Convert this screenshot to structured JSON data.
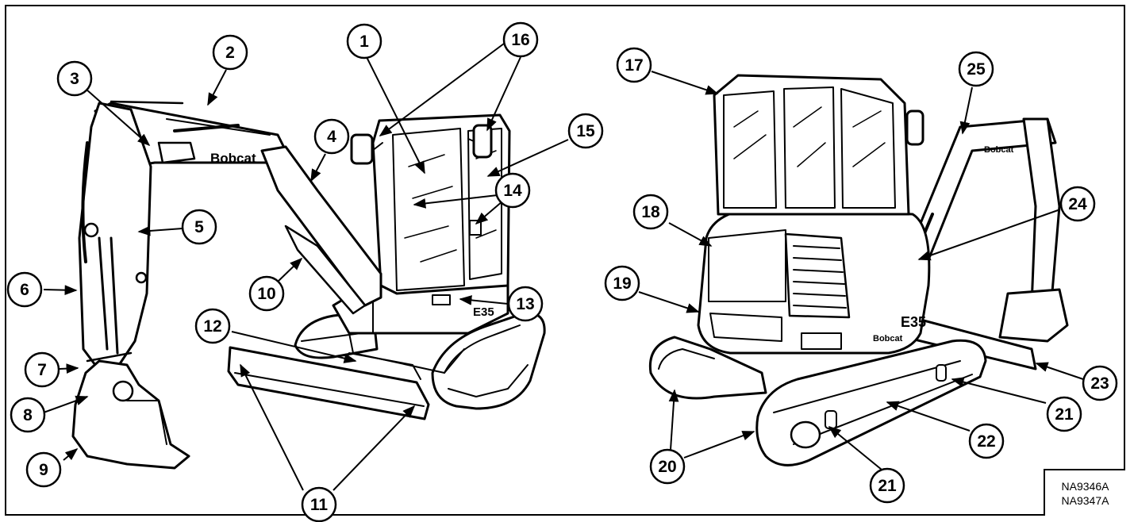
{
  "callouts": [
    "1",
    "2",
    "3",
    "4",
    "5",
    "6",
    "7",
    "8",
    "9",
    "10",
    "11",
    "11",
    "12",
    "13",
    "14",
    "15",
    "16",
    "17",
    "18",
    "19",
    "20",
    "21",
    "21",
    "22",
    "23",
    "24",
    "25"
  ],
  "brand_text": "Bobcat",
  "model_badge": "E35",
  "figure_codes": [
    "NA9346A",
    "NA9347A"
  ]
}
